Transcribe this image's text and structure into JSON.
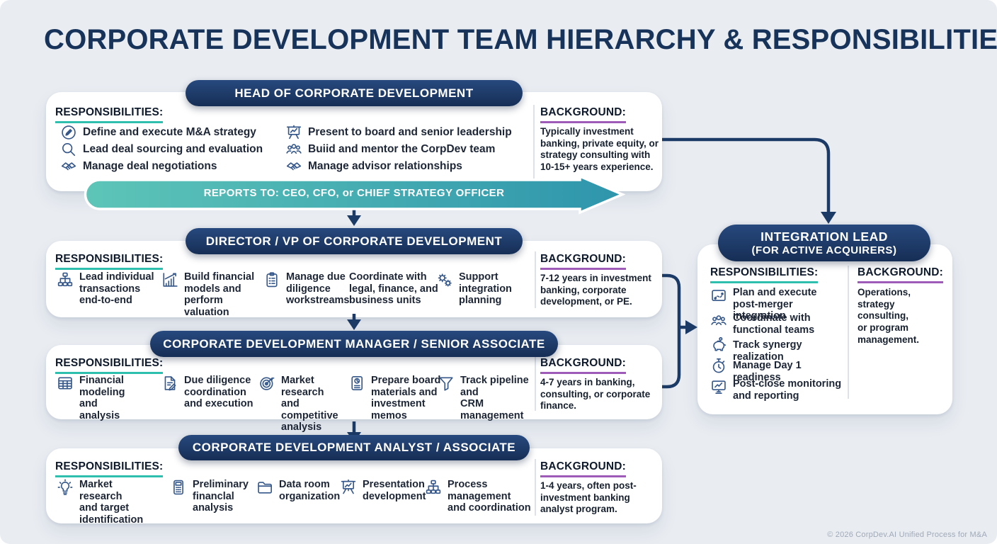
{
  "page": {
    "title": "CORPORATE DEVELOPMENT TEAM HIERARCHY & RESPONSIBILITIES",
    "footer": "© 2026 CorpDev.AI Unified Process for M&A"
  },
  "labels": {
    "responsibilities": "RESPONSIBILITIES:",
    "background": "BACKGROUND:"
  },
  "reports_banner": "REPORTS TO: CEO, CFO, or CHIEF STRATEGY OFFICER",
  "colors": {
    "background": "#e9edf2",
    "card": "#ffffff",
    "navy_pill": "#1b3560",
    "connector": "#1c3a66",
    "teal_underline": "#2ebfae",
    "purple_underline": "#9e5cb8",
    "banner_gradient_start": "#5ec5b8",
    "banner_gradient_end": "#2e95ac"
  },
  "levels": [
    {
      "title": "HEAD OF CORPORATE DEVELOPMENT",
      "responsibilities": [
        {
          "icon": "pen-circle-icon",
          "text": "Define and execute M&A strategy"
        },
        {
          "icon": "magnifier-icon",
          "text": "Lead deal sourcing and evaluation"
        },
        {
          "icon": "handshake-icon",
          "text": "Manage deal negotiations"
        },
        {
          "icon": "presentation-chart-icon",
          "text": "Present to board and senior leadership"
        },
        {
          "icon": "team-icon",
          "text": "Buiid and mentor the CorpDev team"
        },
        {
          "icon": "handshake-icon",
          "text": "Manage advisor relationships"
        }
      ],
      "background": "Typically investment\nbanking, private equity, or\nstrategy consulting with\n10-15+ years experience."
    },
    {
      "title": "DIRECTOR / VP OF CORPORATE DEVELOPMENT",
      "responsibilities": [
        {
          "icon": "org-chart-icon",
          "text": "Lead individual\ntransactions\nend-to-end"
        },
        {
          "icon": "growth-chart-icon",
          "text": "Build financial\nmodels and\nperform valuation"
        },
        {
          "icon": "clipboard-icon",
          "text": "Manage due\ndiligence\nworkstreams"
        },
        {
          "icon": null,
          "text": "Coordinate with\nlegal, finance, and\nbusiness units"
        },
        {
          "icon": "gears-icon",
          "text": "Support integration\nplanning"
        }
      ],
      "background": "7-12 years in investment\nbanking, corporate\ndevelopment, or PE."
    },
    {
      "title": "CORPORATE DEVELOPMENT MANAGER / SENIOR ASSOCIATE",
      "responsibilities": [
        {
          "icon": "spreadsheet-icon",
          "text": "Financial\nmodeling and\nanalysis"
        },
        {
          "icon": "document-pen-icon",
          "text": "Due diligence\ncoordination\nand execution"
        },
        {
          "icon": "target-icon",
          "text": "Market research\nand competitive\nanalysis"
        },
        {
          "icon": "report-doc-icon",
          "text": "Prepare board\nmaterials and\ninvestment memos"
        },
        {
          "icon": "funnel-icon",
          "text": "Track pipeline and\nCRM management"
        }
      ],
      "background": "4-7 years in banking,\nconsulting, or corporate\nfinance."
    },
    {
      "title": "CORPORATE DEVELOPMENT ANALYST / ASSOCIATE",
      "responsibilities": [
        {
          "icon": "lightbulb-icon",
          "text": "Market research\nand target\nidentification"
        },
        {
          "icon": "calculator-icon",
          "text": "Preliminary\nfinanclal\nanalysis"
        },
        {
          "icon": "folder-icon",
          "text": "Data room\norganization"
        },
        {
          "icon": "easel-icon",
          "text": "Presentation\ndevelopment"
        },
        {
          "icon": "flow-icon",
          "text": "Process management\nand coordination"
        }
      ],
      "background": "1-4 years, often post-\ninvestment banking\nanalyst program."
    }
  ],
  "integration": {
    "title_line1": "INTEGRATION LEAD",
    "title_line2": "(FOR ACTIVE ACQUIRERS)",
    "responsibilities": [
      {
        "icon": "map-icon",
        "text": "Plan and execute\npost-merger integration"
      },
      {
        "icon": "team-icon",
        "text": "Coordinate with\nfunctional teams"
      },
      {
        "icon": "piggy-bank-icon",
        "text": "Track synergy realization"
      },
      {
        "icon": "stopwatch-icon",
        "text": "Manage Day 1 readiness"
      },
      {
        "icon": "monitor-chart-icon",
        "text": "Post-close monitoring\nand reporting"
      }
    ],
    "background": "Operations,\nstrategy consulting,\nor program\nmanagement."
  }
}
